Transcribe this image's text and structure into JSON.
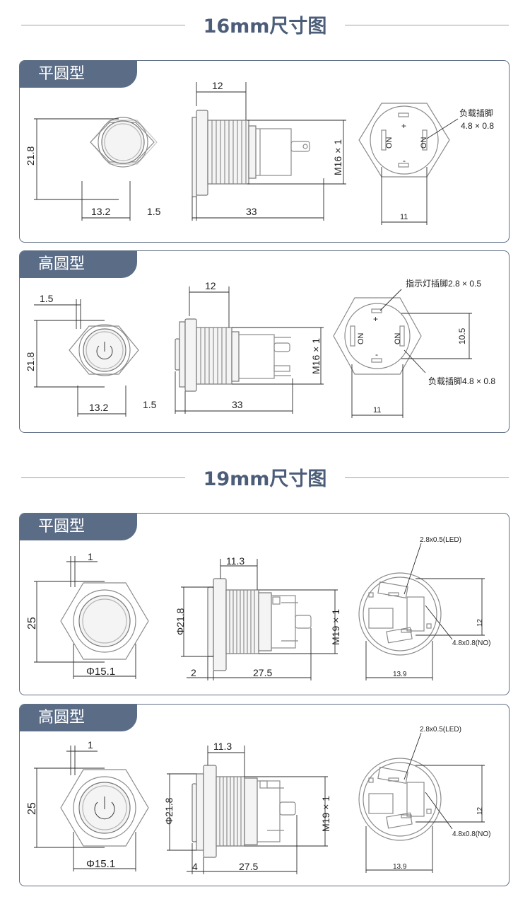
{
  "sections": [
    {
      "title": "16mm尺寸图",
      "panels": [
        {
          "tab": "平圆型",
          "labels": {
            "front_height": "21.8",
            "front_width": "13.2",
            "side_len": "12",
            "head_gap": "1.5",
            "body_len": "33",
            "thread": "M16 × 1",
            "pin_note_1": "负载插脚",
            "pin_note_2": "4.8 × 0.8",
            "rear_width": "11",
            "on_left": "ON",
            "on_right": "ON",
            "plus": "+",
            "minus": "-"
          }
        },
        {
          "tab": "高圆型",
          "labels": {
            "front_gap": "1.5",
            "front_height": "21.8",
            "front_width": "13.2",
            "side_len": "12",
            "head_gap": "1.5",
            "body_len": "33",
            "thread": "M16 × 1",
            "led_note": "指示灯插脚2.8 × 0.5",
            "rear_height": "10.5",
            "load_note": "负载插脚4.8 × 0.8",
            "rear_width": "11",
            "on_left": "ON",
            "on_right": "ON",
            "plus": "+",
            "minus": "-"
          }
        }
      ]
    },
    {
      "title": "19mm尺寸图",
      "panels": [
        {
          "tab": "平圆型",
          "labels": {
            "front_gap": "1",
            "front_height": "25",
            "front_width": "Φ15.1",
            "side_len": "11.3",
            "side_dia": "Φ21.8",
            "head_gap": "2",
            "body_len": "27.5",
            "thread": "M19 × 1",
            "led_note": "2.8x0.5(LED)",
            "rear_height": "12",
            "load_note": "4.8x0.8(NO)",
            "rear_width": "13.9"
          }
        },
        {
          "tab": "高圆型",
          "labels": {
            "front_gap": "1",
            "front_height": "25",
            "front_width": "Φ15.1",
            "side_len": "11.3",
            "side_dia": "Φ21.8",
            "head_gap": "4",
            "body_len": "27.5",
            "thread": "M19 × 1",
            "led_note": "2.8x0.5(LED)",
            "rear_height": "12",
            "load_note": "4.8x0.8(NO)",
            "rear_width": "13.9"
          }
        }
      ]
    }
  ],
  "colors": {
    "heading": "#4b5d78",
    "tab_bg": "#5a6c86",
    "panel_border": "#5f6f86"
  }
}
